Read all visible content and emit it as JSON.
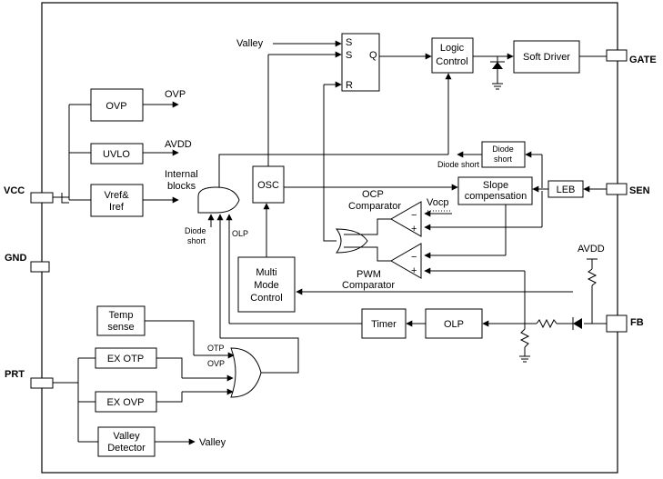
{
  "pins": {
    "vcc": "VCC",
    "gnd": "GND",
    "prt": "PRT",
    "gate": "GATE",
    "sen": "SEN",
    "fb": "FB"
  },
  "blocks": {
    "ovp": "OVP",
    "uvlo": "UVLO",
    "vref_line1": "Vref&",
    "vref_line2": "Iref",
    "osc": "OSC",
    "logic_line1": "Logic",
    "logic_line2": "Control",
    "soft_driver": "Soft Driver",
    "diode_short_line1": "Diode",
    "diode_short_line2": "short",
    "slope_line1": "Slope",
    "slope_line2": "compensation",
    "leb": "LEB",
    "multi_line1": "Multi",
    "multi_line2": "Mode",
    "multi_line3": "Control",
    "timer": "Timer",
    "olp": "OLP",
    "temp_line1": "Temp",
    "temp_line2": "sense",
    "ex_otp": "EX OTP",
    "ex_ovp": "EX OVP",
    "valley_line1": "Valley",
    "valley_line2": "Detector"
  },
  "latch": {
    "s1": "S",
    "s2": "S",
    "r": "R",
    "q": "Q"
  },
  "comparators": {
    "minus": "−",
    "plus": "+"
  },
  "labels": {
    "valley_in": "Valley",
    "ovp_out": "OVP",
    "avdd_out": "AVDD",
    "internal_line1": "Internal",
    "internal_line2": "blocks",
    "diode_short_out": "Diode short",
    "and_diode_line1": "Diode",
    "and_diode_line2": "short",
    "and_olp": "OLP",
    "ocp_line1": "OCP",
    "ocp_line2": "Comparator",
    "vocp": "Vocp",
    "pwm_line1": "PWM",
    "pwm_line2": "Comparator",
    "avdd_fb": "AVDD",
    "otp_in": "OTP",
    "ovp_in": "OVP",
    "valley_out": "Valley"
  }
}
